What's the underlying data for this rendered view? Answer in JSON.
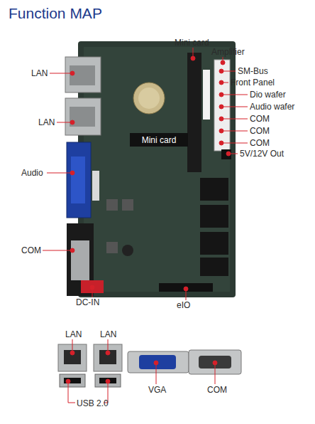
{
  "diagram": {
    "title": "Function MAP",
    "nodes": [
      {
        "text": [
          "Mini card"
        ]
      }
    ],
    "edges": [],
    "labels": [
      "LAN",
      "LAN",
      "Audio",
      "COM",
      "DC-IN",
      "eIO",
      "Mini card",
      "Amplifier",
      "SM-Bus",
      "Front Panel",
      "Dio wafer",
      "Audio wafer",
      "COM",
      "COM",
      "COM",
      "5V/12V Out",
      "LAN",
      "LAN",
      "VGA",
      "COM",
      "USB 2.0"
    ]
  }
}
